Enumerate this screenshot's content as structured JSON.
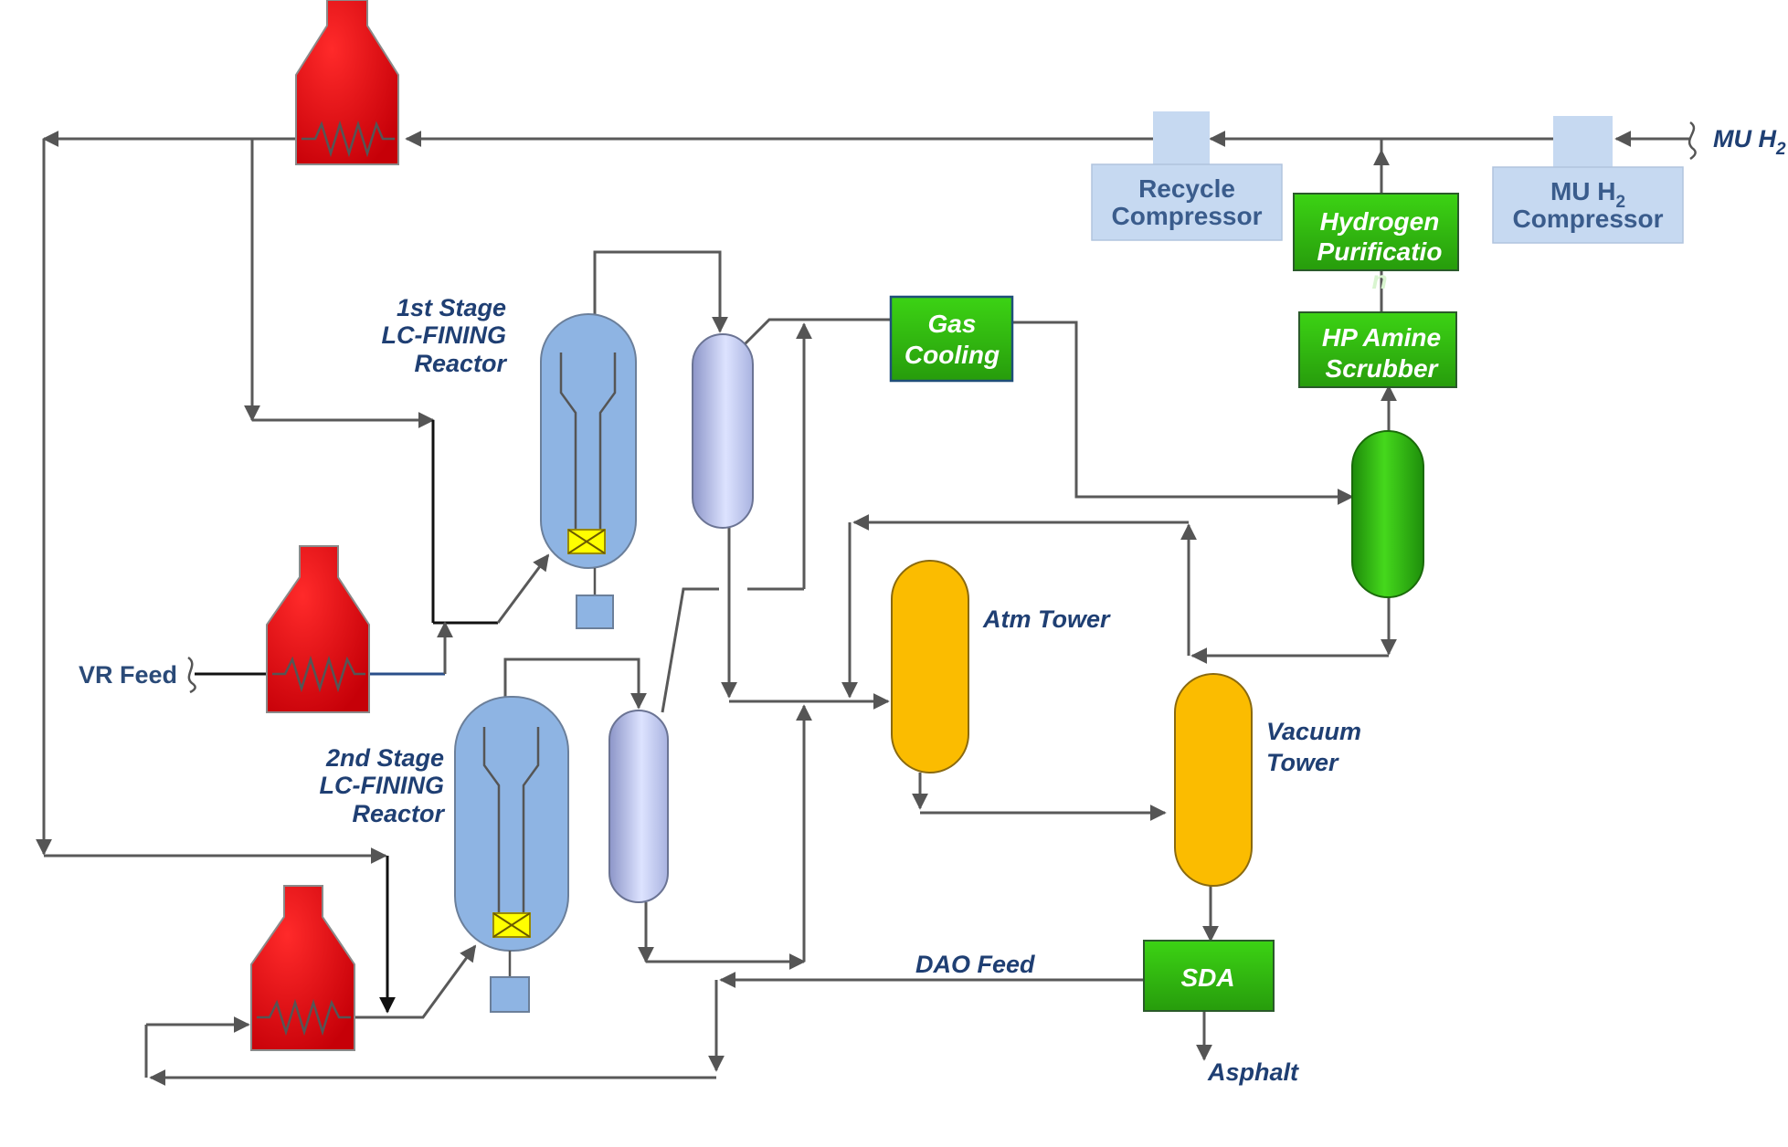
{
  "labels": {
    "mu_h2_feed": "MU H",
    "mu_h2_sub": "2",
    "recycle_compressor_1": "Recycle",
    "recycle_compressor_2": "Compressor",
    "mu_compressor_1": "MU H",
    "mu_compressor_sub": "2",
    "mu_compressor_2": "Compressor",
    "hydrogen_purification_1": "Hydrogen",
    "hydrogen_purification_2": "Purificatio",
    "hydrogen_purification_3": "n",
    "hp_amine_1": "HP Amine",
    "hp_amine_2": "Scrubber",
    "gas_cooling_1": "Gas",
    "gas_cooling_2": "Cooling",
    "stage1_1": "1st Stage",
    "stage1_2": "LC-FINING",
    "stage1_3": "Reactor",
    "stage2_1": "2nd Stage",
    "stage2_2": "LC-FINING",
    "stage2_3": "Reactor",
    "vr_feed": "VR Feed",
    "atm_tower": "Atm Tower",
    "vacuum_1": "Vacuum",
    "vacuum_2": "Tower",
    "dao_feed": "DAO Feed",
    "sda": "SDA",
    "asphalt": "Asphalt"
  },
  "colors": {
    "heater": "#e0101a",
    "reactor": "#8eb4e3",
    "catalyst": "#ffff00",
    "separator": "#c5cdf2",
    "tower": "#fbbc00",
    "green_unit": "#2fbf0f",
    "compressor": "#c6d9f1",
    "line": "#595959",
    "text": "#1f3f73"
  }
}
